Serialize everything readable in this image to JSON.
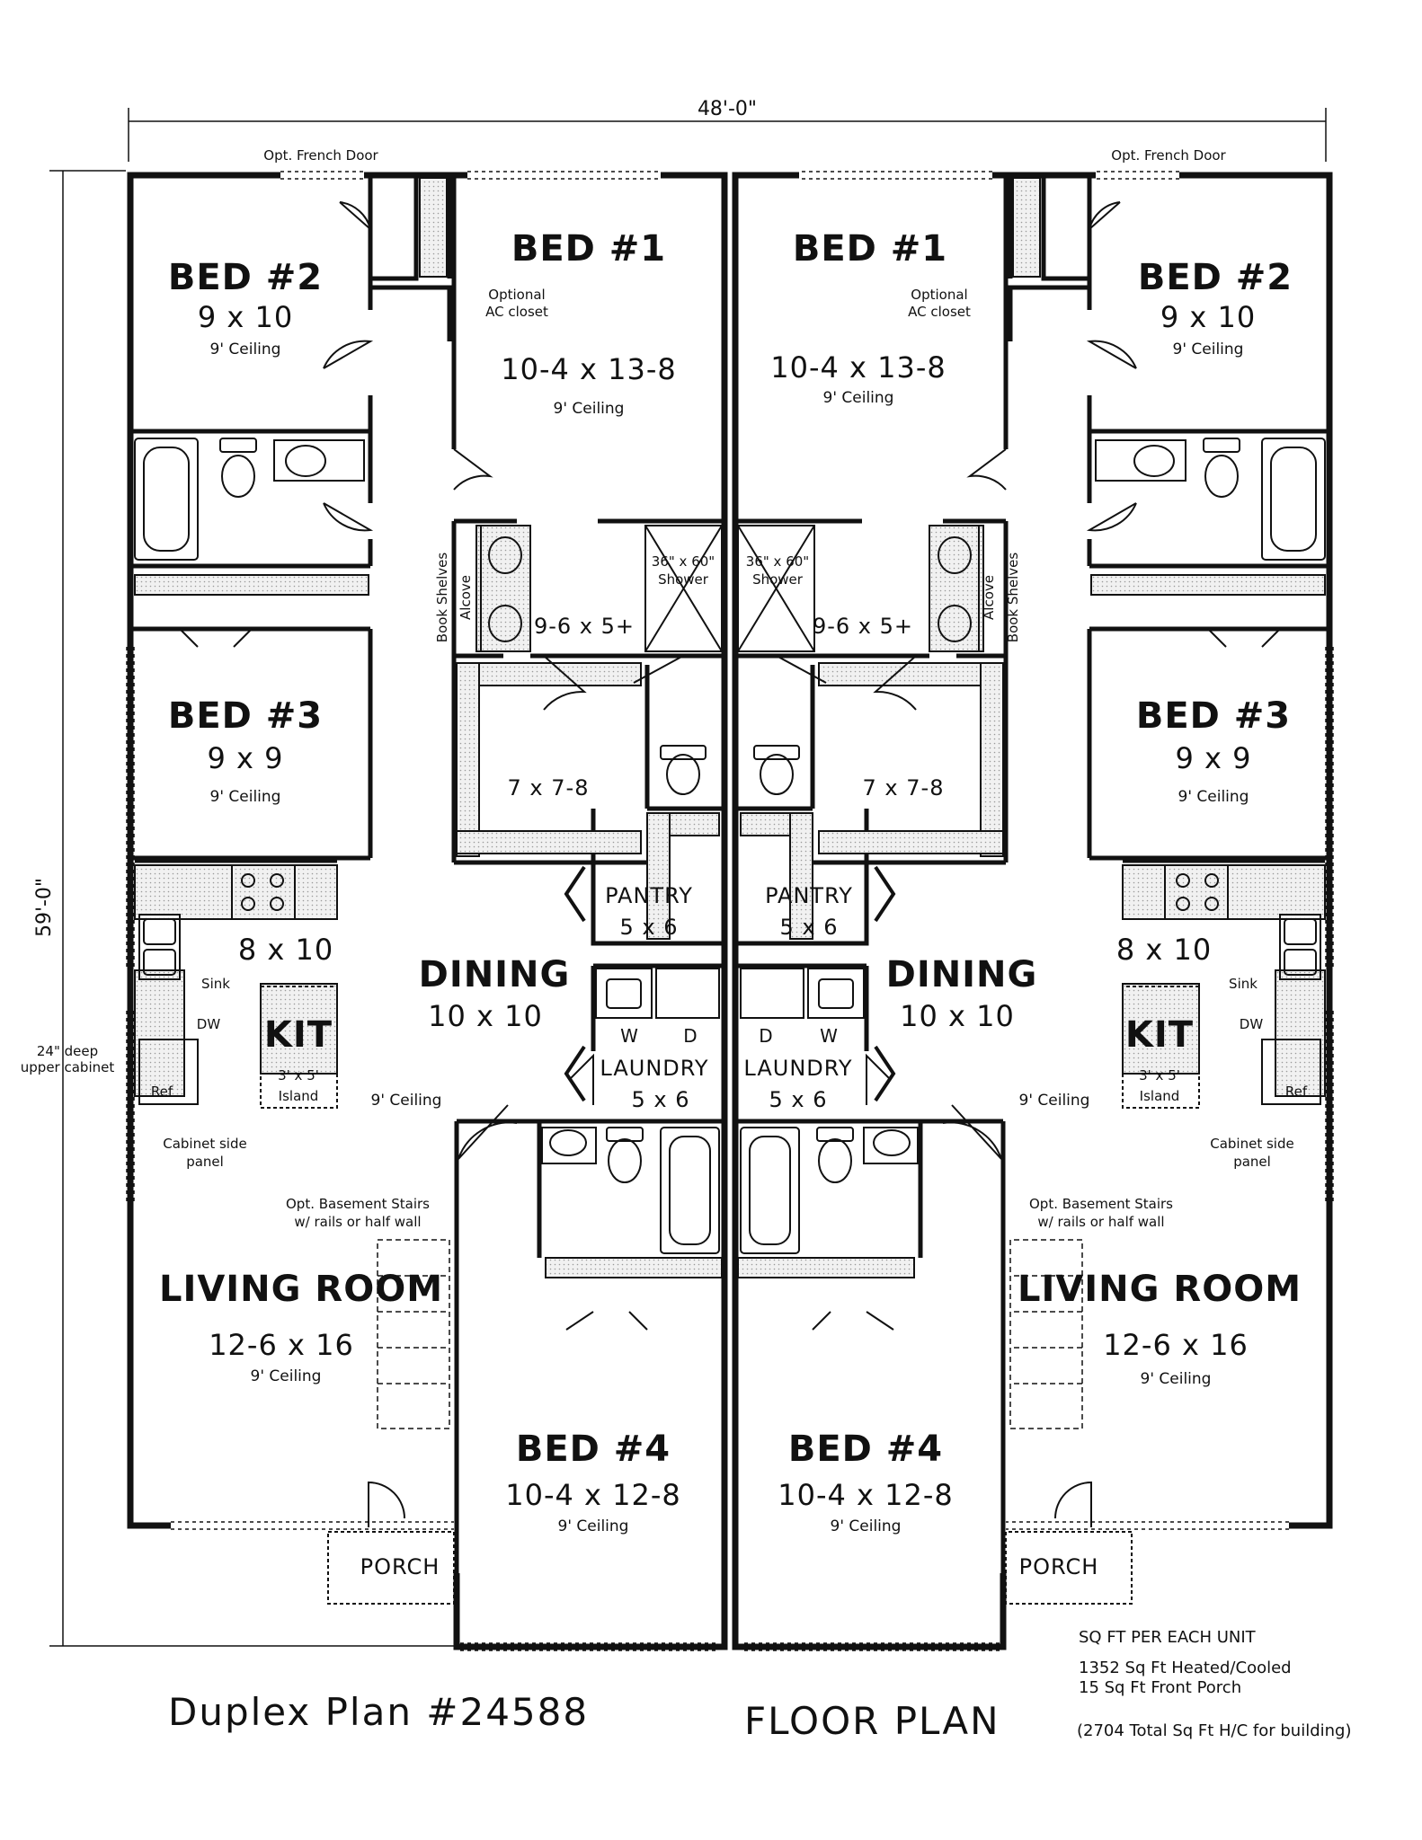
{
  "overall": {
    "width": "48'-0\"",
    "depth": "59'-0\""
  },
  "units": [
    {
      "side": "left",
      "opt_french_door": "Opt. French Door",
      "bed2": {
        "name": "BED #2",
        "dim": "9 x 10",
        "ceiling": "9' Ceiling"
      },
      "bed1": {
        "name": "BED #1",
        "dim": "10-4 x 13-8",
        "ceiling": "9' Ceiling"
      },
      "ac_closet": [
        "Optional",
        "AC closet"
      ],
      "bath_master": "9-6 x 5+",
      "shower": [
        "36\" x 60\"",
        "Shower"
      ],
      "book_shelves": "Book Shelves",
      "alcove": "Alcove",
      "wic": "7 x 7-8",
      "bed3": {
        "name": "BED #3",
        "dim": "9 x 9",
        "ceiling": "9' Ceiling"
      },
      "pantry": {
        "name": "PANTRY",
        "dim": "5 x 6"
      },
      "kitchen": {
        "dim": "8 x 10",
        "name": "KIT",
        "sink": "Sink",
        "dw": "DW",
        "ref": "Ref",
        "island": [
          "3' x 5'",
          "Island"
        ],
        "ceiling": "9' Ceiling"
      },
      "upper_cabinet": [
        "24\" deep",
        "upper cabinet"
      ],
      "side_panel": [
        "Cabinet side",
        "panel"
      ],
      "dining": {
        "name": "DINING",
        "dim": "10 x 10"
      },
      "laundry": {
        "name": "LAUNDRY",
        "dim": "5 x 6",
        "washer": "W",
        "dryer": "D"
      },
      "basement": [
        "Opt. Basement Stairs",
        "w/ rails or half wall"
      ],
      "living": {
        "name": "LIVING ROOM",
        "dim": "12-6 x 16",
        "ceiling": "9' Ceiling"
      },
      "bed4": {
        "name": "BED #4",
        "dim": "10-4 x 12-8",
        "ceiling": "9' Ceiling"
      },
      "porch": "PORCH"
    },
    {
      "side": "right",
      "opt_french_door": "Opt. French Door",
      "bed2": {
        "name": "BED #2",
        "dim": "9 x 10",
        "ceiling": "9' Ceiling"
      },
      "bed1": {
        "name": "BED #1",
        "dim": "10-4 x 13-8",
        "ceiling": "9' Ceiling"
      },
      "ac_closet": [
        "Optional",
        "AC closet"
      ],
      "bath_master": "9-6 x 5+",
      "shower": [
        "36\" x 60\"",
        "Shower"
      ],
      "book_shelves": "Book Shelves",
      "alcove": "Alcove",
      "wic": "7 x 7-8",
      "bed3": {
        "name": "BED #3",
        "dim": "9 x 9",
        "ceiling": "9' Ceiling"
      },
      "pantry": {
        "name": "PANTRY",
        "dim": "5 x 6"
      },
      "kitchen": {
        "dim": "8 x 10",
        "name": "KIT",
        "sink": "Sink",
        "dw": "DW",
        "ref": "Ref",
        "island": [
          "3' x 5'",
          "Island"
        ],
        "ceiling": "9' Ceiling"
      },
      "side_panel": [
        "Cabinet side",
        "panel"
      ],
      "dining": {
        "name": "DINING",
        "dim": "10 x 10"
      },
      "laundry": {
        "name": "LAUNDRY",
        "dim": "5 x 6",
        "washer": "W",
        "dryer": "D"
      },
      "basement": [
        "Opt. Basement Stairs",
        "w/ rails or half wall"
      ],
      "living": {
        "name": "LIVING ROOM",
        "dim": "12-6 x 16",
        "ceiling": "9' Ceiling"
      },
      "bed4": {
        "name": "BED #4",
        "dim": "10-4 x 12-8",
        "ceiling": "9' Ceiling"
      },
      "porch": "PORCH"
    }
  ],
  "footer": {
    "plan_name": "Duplex Plan #24588",
    "floor_plan": "FLOOR PLAN",
    "sqft_heading": "SQ FT PER EACH UNIT",
    "heated": "1352 Sq Ft Heated/Cooled",
    "porch": "15 Sq Ft Front Porch",
    "total": "(2704 Total Sq Ft H/C for building)"
  }
}
